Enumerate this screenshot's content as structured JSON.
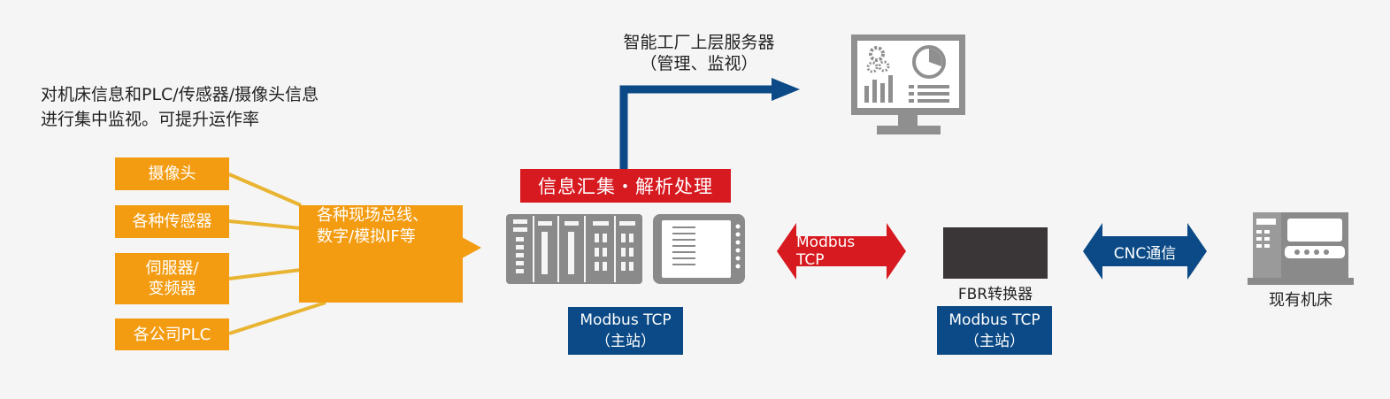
{
  "description": {
    "line1": "对机床信息和PLC/传感器/摄像头信息",
    "line2": "进行集中监视。可提升运作率"
  },
  "server": {
    "title": "智能工厂上层服务器",
    "subtitle": "（管理、监视）"
  },
  "sources": [
    {
      "label": "摄像头"
    },
    {
      "label": "各种传感器"
    },
    {
      "label_line1": "伺服器/",
      "label_line2": "变频器"
    },
    {
      "label": "各公司PLC"
    }
  ],
  "fieldbus": {
    "line1": "各种现场总线、",
    "line2": "数字/模拟IF等"
  },
  "processing_title": "信息汇集・解析处理",
  "master_left": {
    "line1": "Modbus TCP",
    "line2": "（主站）"
  },
  "arrow_modbus": "Modbus TCP",
  "converter_label": "FBR转换器",
  "master_right": {
    "line1": "Modbus TCP",
    "line2": "（主站）"
  },
  "arrow_cnc": "CNC通信",
  "machine_label": "现有机床",
  "colors": {
    "orange": "#f39c12",
    "line_yellow": "#e8b431",
    "red": "#d71920",
    "blue": "#0b4a86",
    "gray": "#8a8a8a",
    "dark": "#3a3637"
  }
}
